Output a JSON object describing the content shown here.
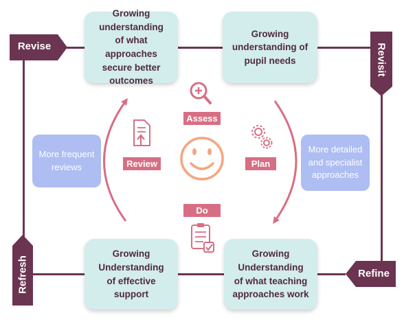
{
  "boxes": {
    "top_left": [
      "Growing understanding",
      "of what approaches",
      "secure better outcomes"
    ],
    "top_right": [
      "Growing",
      "understanding of",
      "pupil needs"
    ],
    "bottom_left": [
      "Growing Understanding",
      "of effective support"
    ],
    "bottom_right": [
      "Growing Understanding",
      "of what teaching",
      "approaches work"
    ]
  },
  "side_boxes": {
    "left": [
      "More frequent",
      "reviews"
    ],
    "right": [
      "More detailed",
      "and specialist",
      "approaches"
    ]
  },
  "frame_tags": {
    "revise": "Revise",
    "revisit": "Revisit",
    "refine": "Refine",
    "refresh": "Refresh"
  },
  "cycle": {
    "assess": "Assess",
    "plan": "Plan",
    "do": "Do",
    "review": "Review"
  },
  "colors": {
    "frame": "#6b3450",
    "box_fill": "#d3ecec",
    "box_text": "#4f2a3e",
    "side_fill": "#aebdf2",
    "accent": "#d86e83",
    "smiley": "#f4a57d"
  },
  "icons": {
    "assess": "magnifier-plus-icon",
    "plan": "gears-icon",
    "do": "checklist-icon",
    "review": "document-upload-icon",
    "center": "smiley-face-icon"
  }
}
